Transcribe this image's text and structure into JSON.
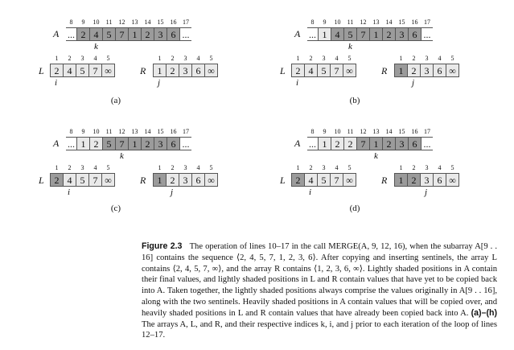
{
  "panels": [
    {
      "caption": "(a)",
      "A": {
        "name": "A",
        "indices": [
          "8",
          "9",
          "10",
          "11",
          "12",
          "13",
          "14",
          "15",
          "16",
          "17"
        ],
        "left_dots": "...",
        "right_dots": "...",
        "values": [
          "2",
          "4",
          "5",
          "7",
          "1",
          "2",
          "3",
          "6"
        ],
        "shades": [
          "heavy",
          "heavy",
          "heavy",
          "heavy",
          "heavy",
          "heavy",
          "heavy",
          "heavy"
        ]
      },
      "k": "k",
      "L": {
        "name": "L",
        "indices": [
          "1",
          "2",
          "3",
          "4",
          "5"
        ],
        "values": [
          "2",
          "4",
          "5",
          "7",
          "∞"
        ],
        "shades": [
          "light",
          "light",
          "light",
          "light",
          "light"
        ]
      },
      "R": {
        "name": "R",
        "indices": [
          "1",
          "2",
          "3",
          "4",
          "5"
        ],
        "values": [
          "1",
          "2",
          "3",
          "6",
          "∞"
        ],
        "shades": [
          "light",
          "light",
          "light",
          "light",
          "light"
        ]
      },
      "i": "i",
      "j": "j"
    },
    {
      "caption": "(b)",
      "A": {
        "name": "A",
        "indices": [
          "8",
          "9",
          "10",
          "11",
          "12",
          "13",
          "14",
          "15",
          "16",
          "17"
        ],
        "left_dots": "...",
        "right_dots": "...",
        "values": [
          "1",
          "4",
          "5",
          "7",
          "1",
          "2",
          "3",
          "6"
        ],
        "shades": [
          "light",
          "heavy",
          "heavy",
          "heavy",
          "heavy",
          "heavy",
          "heavy",
          "heavy"
        ]
      },
      "k": "k",
      "L": {
        "name": "L",
        "indices": [
          "1",
          "2",
          "3",
          "4",
          "5"
        ],
        "values": [
          "2",
          "4",
          "5",
          "7",
          "∞"
        ],
        "shades": [
          "light",
          "light",
          "light",
          "light",
          "light"
        ]
      },
      "R": {
        "name": "R",
        "indices": [
          "1",
          "2",
          "3",
          "4",
          "5"
        ],
        "values": [
          "1",
          "2",
          "3",
          "6",
          "∞"
        ],
        "shades": [
          "heavy",
          "light",
          "light",
          "light",
          "light"
        ]
      },
      "i": "i",
      "j": "j"
    },
    {
      "caption": "(c)",
      "A": {
        "name": "A",
        "indices": [
          "8",
          "9",
          "10",
          "11",
          "12",
          "13",
          "14",
          "15",
          "16",
          "17"
        ],
        "left_dots": "...",
        "right_dots": "...",
        "values": [
          "1",
          "2",
          "5",
          "7",
          "1",
          "2",
          "3",
          "6"
        ],
        "shades": [
          "light",
          "light",
          "heavy",
          "heavy",
          "heavy",
          "heavy",
          "heavy",
          "heavy"
        ]
      },
      "k": "k",
      "L": {
        "name": "L",
        "indices": [
          "1",
          "2",
          "3",
          "4",
          "5"
        ],
        "values": [
          "2",
          "4",
          "5",
          "7",
          "∞"
        ],
        "shades": [
          "heavy",
          "light",
          "light",
          "light",
          "light"
        ]
      },
      "R": {
        "name": "R",
        "indices": [
          "1",
          "2",
          "3",
          "4",
          "5"
        ],
        "values": [
          "1",
          "2",
          "3",
          "6",
          "∞"
        ],
        "shades": [
          "heavy",
          "light",
          "light",
          "light",
          "light"
        ]
      },
      "i": "i",
      "j": "j"
    },
    {
      "caption": "(d)",
      "A": {
        "name": "A",
        "indices": [
          "8",
          "9",
          "10",
          "11",
          "12",
          "13",
          "14",
          "15",
          "16",
          "17"
        ],
        "left_dots": "...",
        "right_dots": "...",
        "values": [
          "1",
          "2",
          "2",
          "7",
          "1",
          "2",
          "3",
          "6"
        ],
        "shades": [
          "light",
          "light",
          "light",
          "heavy",
          "heavy",
          "heavy",
          "heavy",
          "heavy"
        ]
      },
      "k": "k",
      "L": {
        "name": "L",
        "indices": [
          "1",
          "2",
          "3",
          "4",
          "5"
        ],
        "values": [
          "2",
          "4",
          "5",
          "7",
          "∞"
        ],
        "shades": [
          "heavy",
          "light",
          "light",
          "light",
          "light"
        ]
      },
      "R": {
        "name": "R",
        "indices": [
          "1",
          "2",
          "3",
          "4",
          "5"
        ],
        "values": [
          "1",
          "2",
          "3",
          "6",
          "∞"
        ],
        "shades": [
          "heavy",
          "heavy",
          "light",
          "light",
          "light"
        ]
      },
      "i": "i",
      "j": "j"
    }
  ],
  "figure": {
    "label": "Figure 2.3",
    "text": "The operation of lines 10–17 in the call MERGE(A, 9, 12, 16), when the subarray A[9 . . 16] contains the sequence ⟨2, 4, 5, 7, 1, 2, 3, 6⟩. After copying and inserting sentinels, the array L contains ⟨2, 4, 5, 7, ∞⟩, and the array R contains ⟨1, 2, 3, 6, ∞⟩. Lightly shaded positions in A contain their final values, and lightly shaded positions in L and R contain values that have yet to be copied back into A. Taken together, the lightly shaded positions always comprise the values originally in A[9 . . 16], along with the two sentinels. Heavily shaded positions in A contain values that will be copied over, and heavily shaded positions in L and R contain values that have already been copied back into A.",
    "subfig_label": "(a)–(h)",
    "subfig_text": "The arrays A, L, and R, and their respective indices k, i, and j prior to each iteration of the loop of lines 12–17."
  }
}
